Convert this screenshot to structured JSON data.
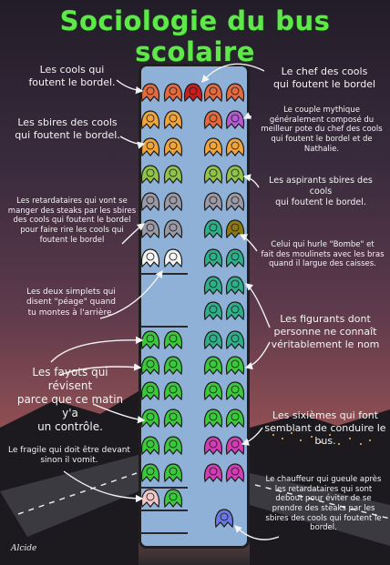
{
  "title": "Sociologie du bus scolaire",
  "signature": "Alcide",
  "labels": {
    "cools": "Les cools qui\nfoutent le bordel.",
    "chef": "Le chef des cools\nqui foutent le bordel",
    "sbires": "Les sbires des cools\nqui foutent le bordel.",
    "couple": "Le couple mythique\ngénéralement composé du\nmeilleur pote du chef des cools\nqui foutent le bordel et de\nNathalie.",
    "aspirants": "Les aspirants sbires des cools\nqui foutent le bordel.",
    "retardataires": "Les retardataires qui vont se\nmanger des steaks par les sbires\ndes cools qui foutent le bordel\npour faire rire les cools qui\nfoutent le bordel",
    "bombe": "Celui qui hurle \"Bombe\" et\nfait des moulinets avec les bras\nquand il largue des caisses.",
    "simplets": "Les deux simplets qui\ndisent \"péage\" quand\ntu montes à l'arrière.",
    "figurants": "Les figurants dont\npersonne ne connaît\nvéritablement le nom",
    "fayots": "Les fayots qui révisent\nparce que ce matin y'a\nun contrôle.",
    "sixiemes": "Les sixièmes qui font\nsemblant de conduire le\nbus.",
    "fragile": "Le fragile qui doit être devant\nsinon il vomit.",
    "chauffeur": "Le chauffeur qui gueule après\nles retardataires qui sont\ndebout pour éviter de se\nprendre des steaks par les\nsbires des cools qui foutent le\nbordel."
  },
  "colors": {
    "title": "#5ee84a",
    "bus_floor": "#8fb1d8",
    "cools": "#e26a3e",
    "chef": "#c81e1e",
    "sbires": "#f0a53c",
    "couple_girl": "#b45ad2",
    "aspirants": "#8fc34a",
    "retardataires": "#9a9aa6",
    "bombe": "#8a7a10",
    "simplets": "#f4f4f4",
    "figurants": "#2fae8a",
    "fayots": "#3cc83c",
    "sixiemes": "#d23cb4",
    "fragile": "#f2c8c8",
    "chauffeur": "#6a78e0"
  }
}
